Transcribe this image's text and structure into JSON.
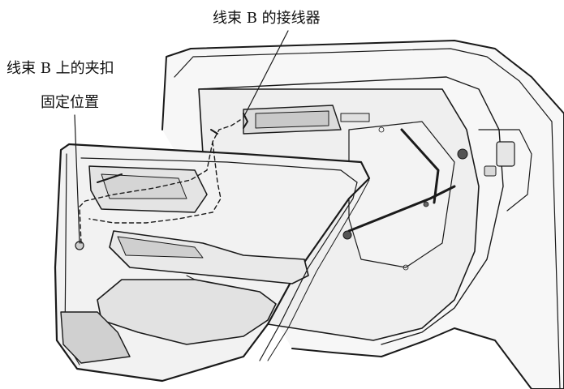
{
  "labels": {
    "connector": "线束 B 的接线器",
    "clip_line1": "线束 B 上的夹扣",
    "clip_line2": "固定位置"
  },
  "colors": {
    "outline": "#1a1a1a",
    "panel_fill": "#f2f2f2",
    "panel_shade": "#d9d9d9",
    "frame_fill": "#f7f7f7"
  }
}
